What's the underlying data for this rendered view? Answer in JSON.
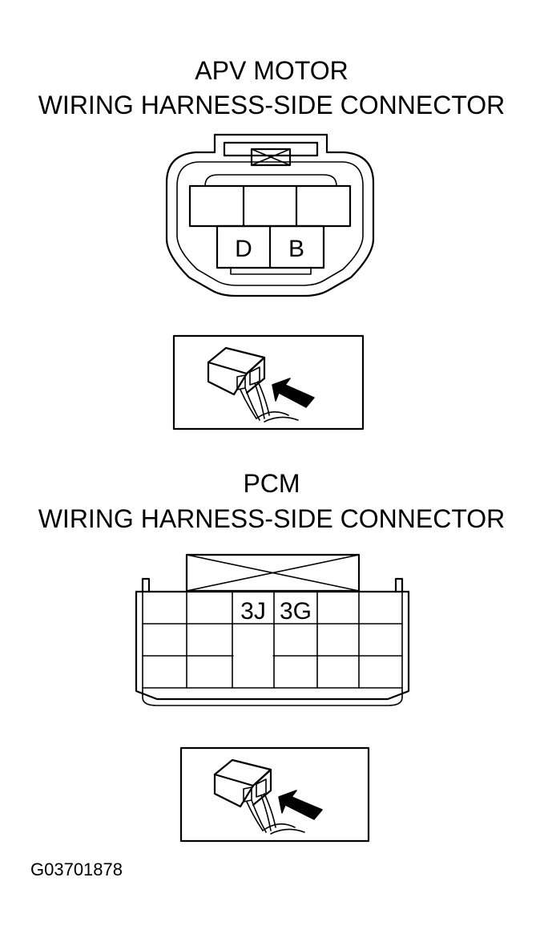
{
  "connector_1": {
    "title_line1": "APV MOTOR",
    "title_line2": "WIRING HARNESS-SIDE CONNECTOR",
    "pin_left": "D",
    "pin_right": "B"
  },
  "connector_2": {
    "title_line1": "PCM",
    "title_line2": "WIRING HARNESS-SIDE CONNECTOR",
    "pin_left": "3J",
    "pin_right": "3G"
  },
  "figure_code": "G03701878"
}
